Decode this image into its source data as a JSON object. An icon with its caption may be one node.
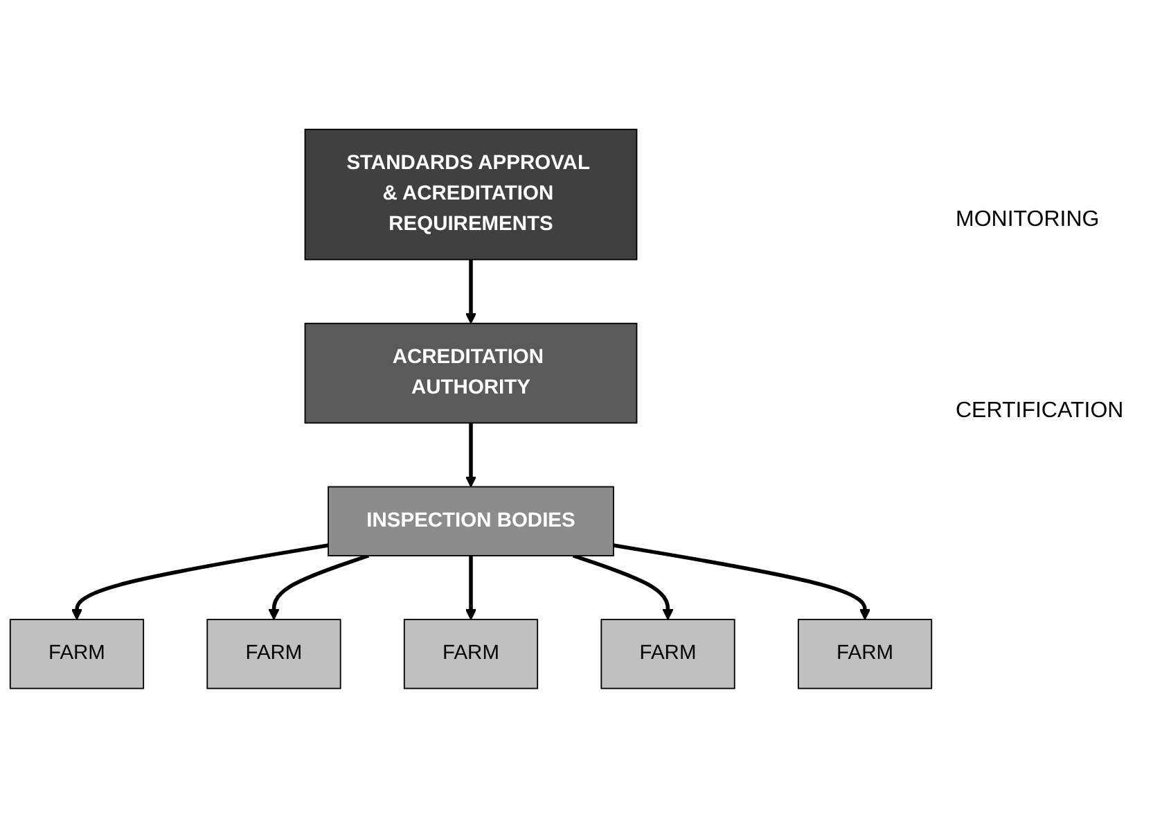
{
  "diagram": {
    "nodes": [
      {
        "text": [
          "STANDARDS APPROVAL & ACREDITATION REQUIREMENTS"
        ]
      },
      {
        "text": [
          "ACREDITATION AUTHORITY"
        ]
      },
      {
        "text": [
          "INSPECTION BODIES"
        ]
      },
      {
        "text": [
          "FARM"
        ]
      },
      {
        "text": [
          "FARM"
        ]
      },
      {
        "text": [
          "FARM"
        ]
      },
      {
        "text": [
          "FARM"
        ]
      },
      {
        "text": [
          "FARM"
        ]
      }
    ],
    "edges": [
      {
        "from": 0,
        "to": 1,
        "arrow": "to"
      },
      {
        "from": 1,
        "to": 2,
        "arrow": "to"
      },
      {
        "from": 2,
        "to": 3,
        "arrow": "to"
      },
      {
        "from": 2,
        "to": 4,
        "arrow": "to"
      },
      {
        "from": 2,
        "to": 5,
        "arrow": "to"
      },
      {
        "from": 2,
        "to": 6,
        "arrow": "to"
      },
      {
        "from": 2,
        "to": 7,
        "arrow": "to"
      }
    ],
    "labels": [
      "MONITORING",
      "CERTIFICATION"
    ]
  }
}
